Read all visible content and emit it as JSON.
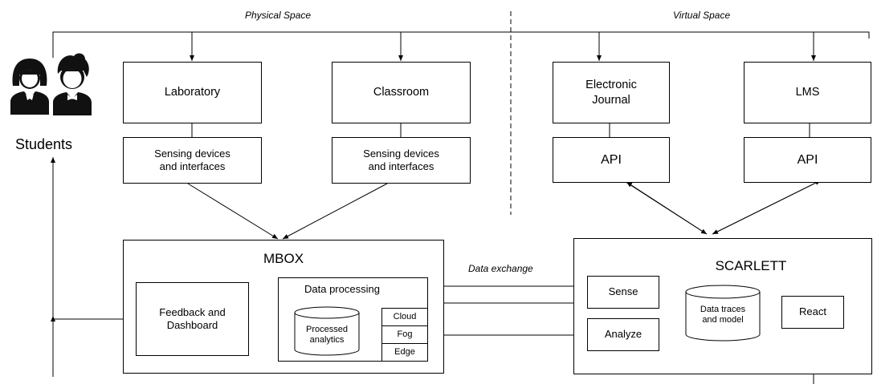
{
  "physical_space": "Physical Space",
  "virtual_space": "Virtual Space",
  "students": "Students",
  "laboratory": "Laboratory",
  "classroom": "Classroom",
  "electronic_journal": "Electronic\nJournal",
  "lms": "LMS",
  "sensing_1": "Sensing devices\nand interfaces",
  "sensing_2": "Sensing devices\nand interfaces",
  "api_1": "API",
  "api_2": "API",
  "mbox": "MBOX",
  "scarlett": "SCARLETT",
  "data_exchange": "Data  exchange",
  "data_processing": "Data processing",
  "feedback_dashboard": "Feedback and\nDashboard",
  "processed_analytics": "Processed\nanalytics",
  "cloud": "Cloud",
  "fog": "Fog",
  "edge": "Edge",
  "sense": "Sense",
  "analyze": "Analyze",
  "react": "React",
  "data_traces": "Data traces\nand model",
  "icons": {
    "student_female": "student-female-icon",
    "student_male": "student-male-icon"
  }
}
